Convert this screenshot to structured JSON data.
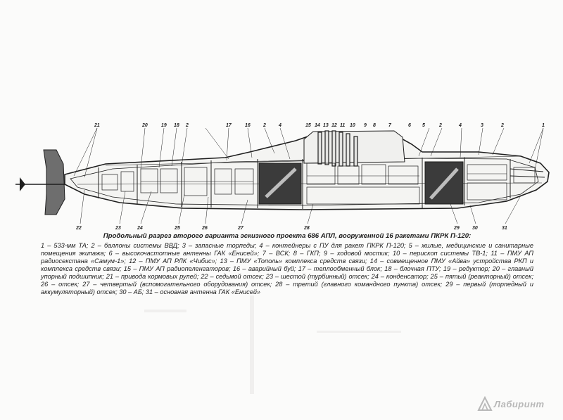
{
  "caption": {
    "title": "Продольный разрез второго варианта эскизного проекта 686 АПЛ, вооруженной 16 ракетами ПКРК П-120:",
    "body": "1 – 533-мм ТА; 2 – баллоны системы ВВД; 3 – запасные торпеды; 4 – контейнеры с ПУ для ракет ПКРК П-120; 5 – жилые, медицинские и санитарные помещения экипажа; 6 – высокочастотные антенны ГАК «Енисей»; 7 – ВСК; 8 – ГКП; 9 – ходовой мостик; 10 – перископ системы ТВ-1; 11 – ПМУ АП радиосекстана «Самум-1»; 12 – ПМУ АП РЛК «Чибис»; 13 – ПМУ «Тополь» комплекса средств связи; 14 – совмещенное ПМУ «Айва» устройства РКП и комплекса средств связи; 15 – ПМУ АП радиопеленгаторов; 16 – аварийный буй; 17 – теплообменный блок; 18 – блочная ПТУ; 19 – редуктор; 20 – главный упорный подшипник; 21 – привода кормовых рулей; 22 – седьмой отсек; 23 – шестой (турбинный) отсек; 24 – конденсатор; 25 – пятый (реакторный) отсек; 26 – отсек; 27 – четвертый (вспомогательного оборудования) отсек; 28 – третий (главного командного пункта) отсек; 29 – первый (торпедный и аккумуляторный) отсек; 30 – АБ; 31 – основная антенна ГАК «Енисей»"
  },
  "labels": {
    "top": [
      "21",
      "20",
      "19",
      "18",
      "2",
      "17",
      "16",
      "2",
      "4",
      "15",
      "14",
      "13",
      "12",
      "11",
      "10",
      "9",
      "8",
      "7",
      "6",
      "5",
      "2",
      "4",
      "3",
      "2",
      "1"
    ],
    "bottom": [
      "22",
      "23",
      "24",
      "25",
      "26",
      "27",
      "28",
      "29",
      "30",
      "31"
    ]
  },
  "watermark": {
    "text": "Лабиринт"
  },
  "colors": {
    "ink": "#1f1f1f",
    "container": "#3b3b3b",
    "rudder": "#6e6e6e"
  }
}
